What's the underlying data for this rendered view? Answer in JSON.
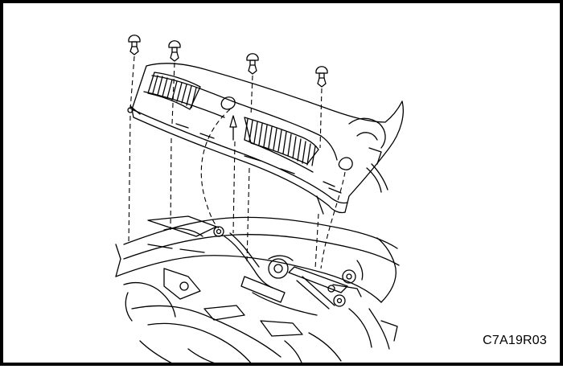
{
  "figure": {
    "code": "C7A19R03"
  },
  "parts": [
    {
      "name": "push-pin-clip",
      "count": 4
    },
    {
      "name": "cowl-vent-grille-panel"
    },
    {
      "name": "wiper-motor-linkage"
    }
  ],
  "colors": {
    "ink": "#000000",
    "paper": "#ffffff"
  }
}
